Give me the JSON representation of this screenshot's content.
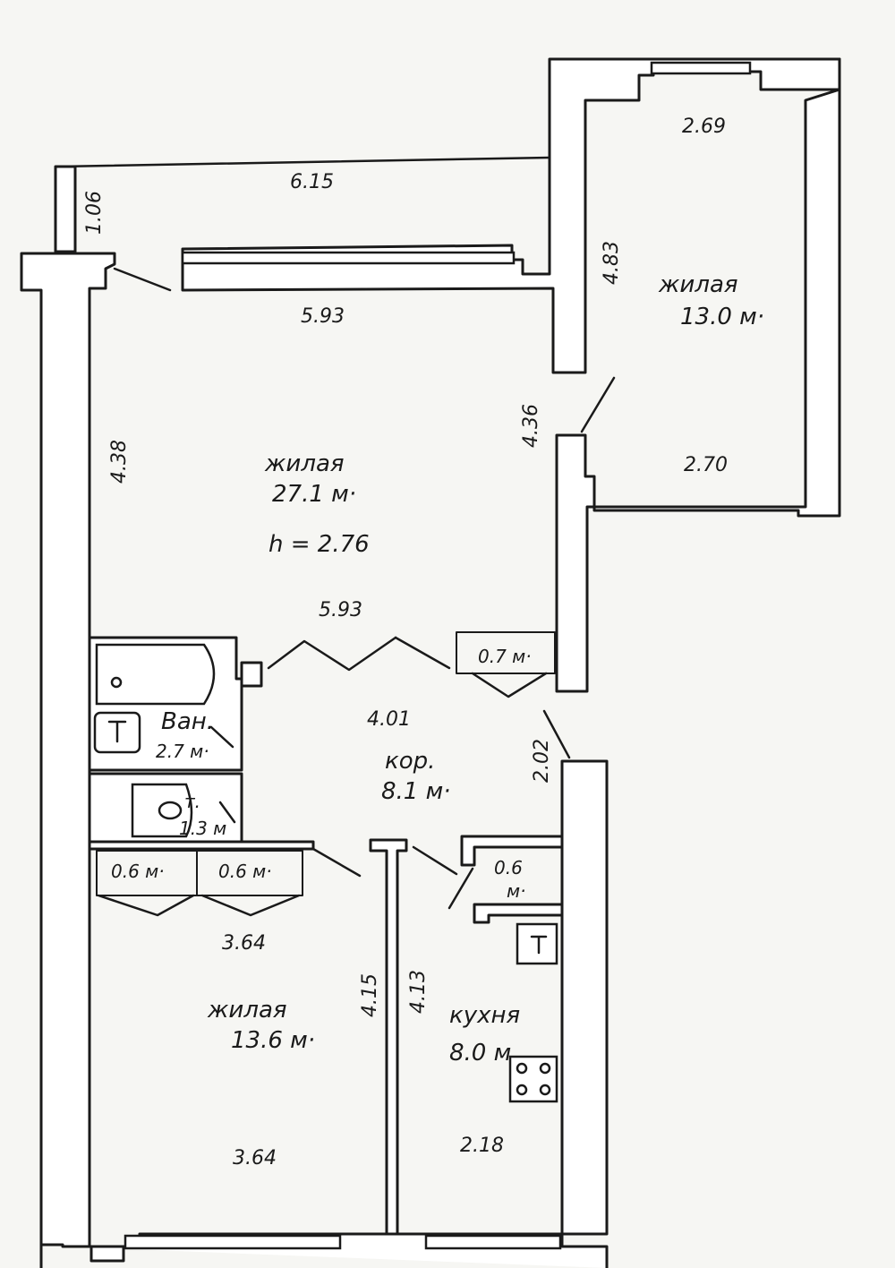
{
  "rooms": {
    "living_large": {
      "name": "жилая",
      "area": "27.1 м·",
      "height": "h = 2.76"
    },
    "bedroom_top_right": {
      "name": "жилая",
      "area": "13.0 м·"
    },
    "bedroom_bottom_left": {
      "name": "жилая",
      "area": "13.6 м·"
    },
    "bath": {
      "name": "Ван.",
      "area": "2.7 м·"
    },
    "toilet": {
      "name": "т.",
      "area": "1.3 м"
    },
    "corridor": {
      "name": "кор.",
      "area": "8.1 м·"
    },
    "kitchen": {
      "name": "кухня",
      "area": "8.0 м"
    },
    "closet_top": {
      "area": "0.7 м·"
    },
    "closet_left_1": {
      "area": "0.6 м·"
    },
    "closet_left_2": {
      "area": "0.6 м·"
    },
    "closet_kitchen": {
      "area": "0.6",
      "unit": "м·"
    }
  },
  "dimensions": {
    "balcony_length": "6.15",
    "balcony_depth": "1.06",
    "living_top": "5.93",
    "living_bottom": "5.93",
    "living_left": "4.38",
    "living_right": "4.36",
    "bedroom_top": "2.69",
    "bedroom_bottom": "2.70",
    "bedroom_side": "4.83",
    "corridor_length": "4.01",
    "corridor_width": "2.02",
    "bedroom_bl_top": "3.64",
    "bedroom_bl_bottom": "3.64",
    "bedroom_bl_side": "4.15",
    "kitchen_side": "4.13",
    "kitchen_bottom": "2.18"
  }
}
